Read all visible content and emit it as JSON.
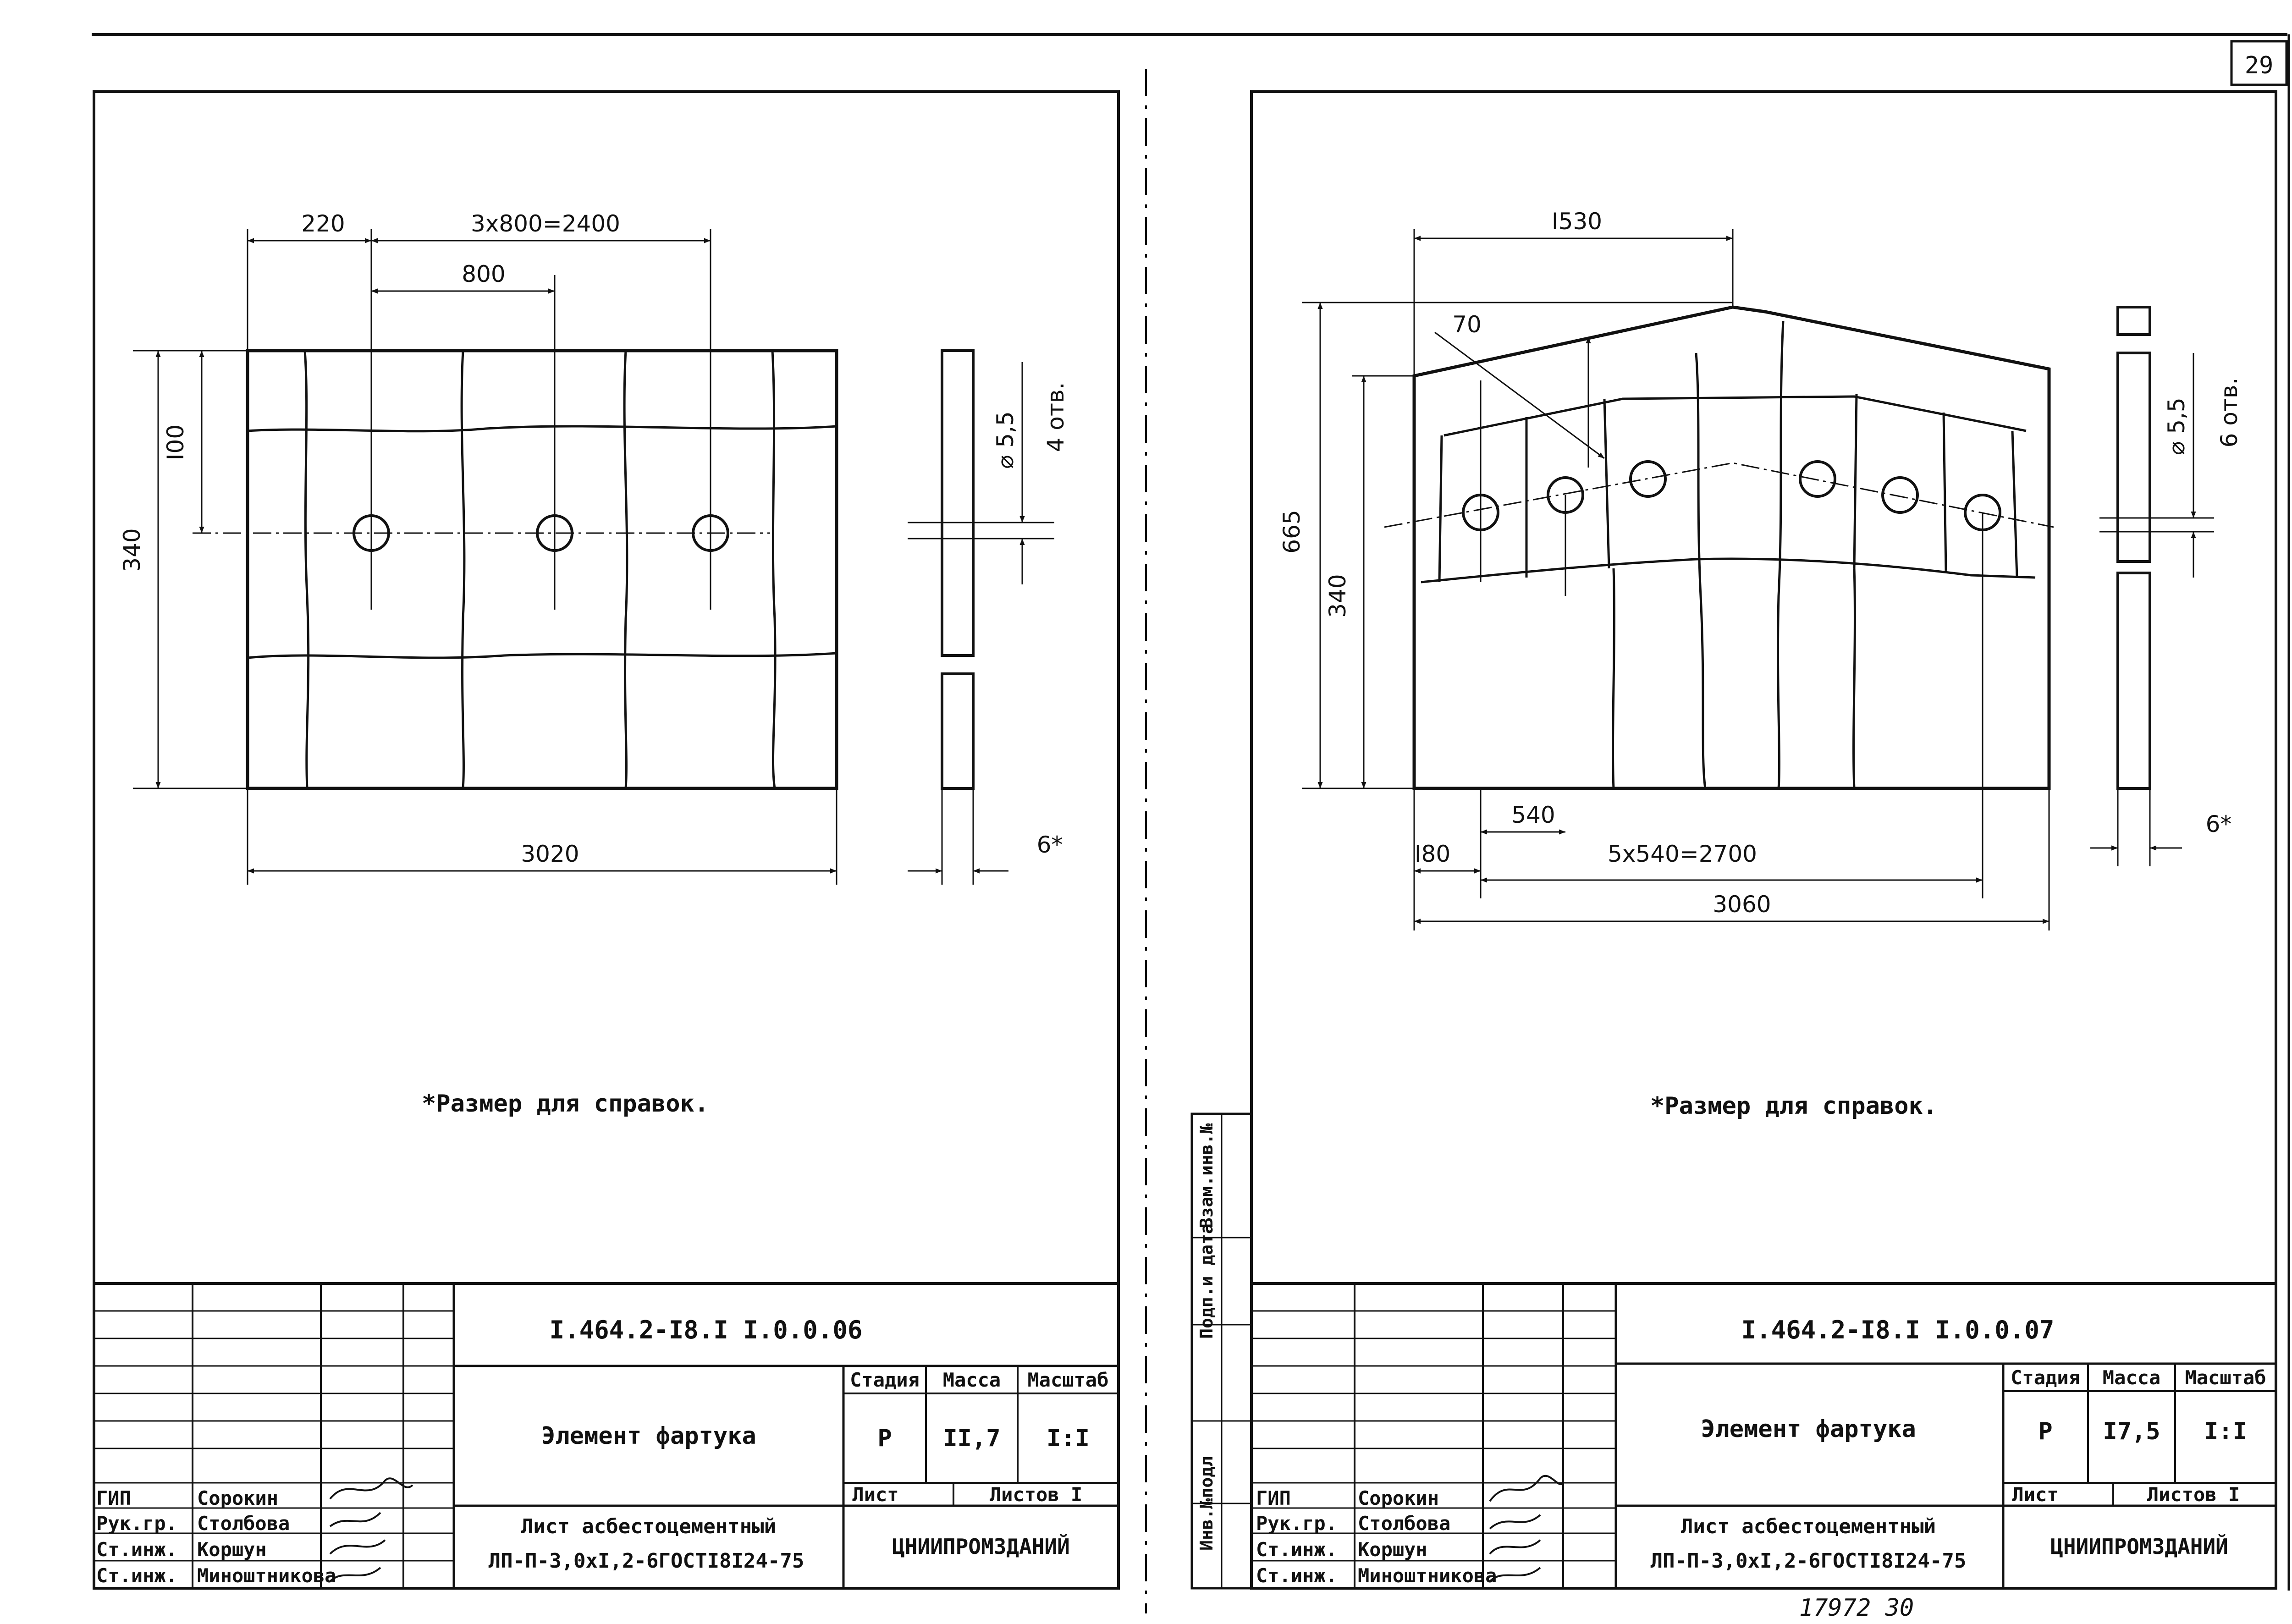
{
  "page_number": "29",
  "bottom_note": "17972  30",
  "sheets": [
    {
      "dims": {
        "d_220": "220",
        "d_3x800": "3x800=2400",
        "d_800": "800",
        "d_100": "I00",
        "d_340": "340",
        "d_3020": "3020",
        "d_hole": "⌀ 5,5",
        "d_holes_count": "4 отв.",
        "d_thickness": "6*"
      },
      "note": "*Размер для справок.",
      "title_block": {
        "code": "I.464.2-I8.I I.0.0.06",
        "element_name": "Элемент фартука",
        "material_line1": "Лист асбестоцементный",
        "material_line2": "ЛП-П-3,0xI,2-6ГОСТI8I24-75",
        "headers": {
          "stage": "Стадия",
          "mass": "Масса",
          "scale": "Масштаб",
          "sheet": "Лист",
          "sheets": "Листов I"
        },
        "values": {
          "stage": "Р",
          "mass": "II,7",
          "scale": "I:I"
        },
        "org": "ЦНИИПРОМЗДАНИЙ",
        "roles": [
          {
            "role": "ГИП",
            "name": "Сорокин"
          },
          {
            "role": "Рук.гр.",
            "name": "Столбова"
          },
          {
            "role": "Ст.инж.",
            "name": "Коршун"
          },
          {
            "role": "Ст.инж.",
            "name": "Миноштникова"
          }
        ]
      }
    },
    {
      "dims": {
        "d_1530": "I530",
        "d_70": "70",
        "d_665": "665",
        "d_340": "340",
        "d_540": "540",
        "d_180": "I80",
        "d_5x540": "5x540=2700",
        "d_3060": "3060",
        "d_hole": "⌀ 5,5",
        "d_holes_count": "6 отв.",
        "d_thickness": "6*"
      },
      "note": "*Размер для справок.",
      "title_block": {
        "code": "I.464.2-I8.I I.0.0.07",
        "element_name": "Элемент фартука",
        "material_line1": "Лист асбестоцементный",
        "material_line2": "ЛП-П-3,0xI,2-6ГОСТI8I24-75",
        "headers": {
          "stage": "Стадия",
          "mass": "Масса",
          "scale": "Масштаб",
          "sheet": "Лист",
          "sheets": "Листов I"
        },
        "values": {
          "stage": "Р",
          "mass": "I7,5",
          "scale": "I:I"
        },
        "org": "ЦНИИПРОМЗДАНИЙ",
        "roles": [
          {
            "role": "ГИП",
            "name": "Сорокин"
          },
          {
            "role": "Рук.гр.",
            "name": "Столбова"
          },
          {
            "role": "Ст.инж.",
            "name": "Коршун"
          },
          {
            "role": "Ст.инж.",
            "name": "Миноштникова"
          }
        ]
      },
      "side_stamps": [
        "Взам.инв.№",
        "Подп.и дата",
        "Инв.№подл"
      ]
    }
  ]
}
